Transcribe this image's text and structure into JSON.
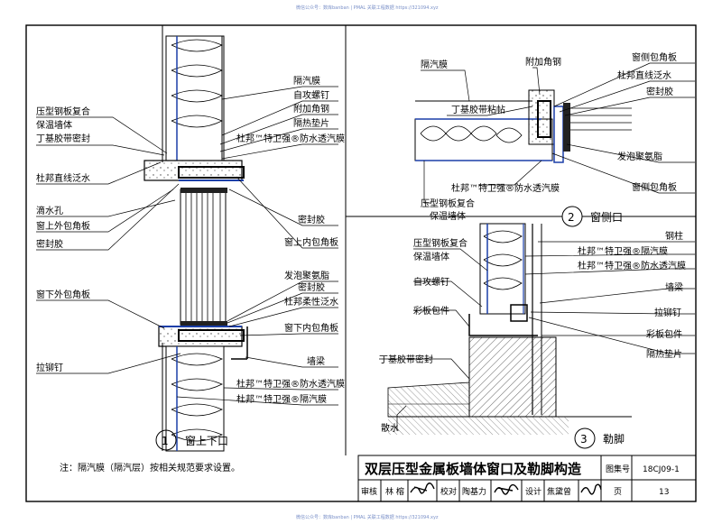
{
  "watermark_top": "微信公众号：数库banban | PMAL 关联工程数据 https://321094.xyz",
  "watermark_bottom": "微信公众号：数库banban | PMAL 关联工程数据 https://321094.xyz",
  "detail1": {
    "number": "1",
    "caption": "窗上下口",
    "left_labels": [
      "压型钢板复合",
      "保温墙体",
      "丁基胶带密封",
      "杜邦直线泛水",
      "滴水孔",
      "窗上外包角板",
      "密封胶",
      "窗下外包角板",
      "拉铆钉"
    ],
    "right_labels": [
      "隔汽膜",
      "自攻螺钉",
      "附加角钢",
      "隔热垫片",
      "杜邦™特卫强®防水透汽膜",
      "密封胶",
      "窗上内包角板",
      "发泡聚氨脂",
      "密封胶",
      "杜邦柔性泛水",
      "窗下内包角板",
      "墙梁",
      "杜邦™特卫强®防水透汽膜",
      "杜邦™特卫强®隔汽膜"
    ]
  },
  "detail2": {
    "number": "2",
    "caption": "窗侧口",
    "labels": [
      "隔汽膜",
      "附加角钢",
      "窗侧包角板",
      "杜邦直线泛水",
      "密封胶",
      "丁基胶带粘帖",
      "发泡聚氨脂",
      "杜邦™特卫强®防水透汽膜",
      "窗侧包角板",
      "压型钢板复合",
      "保温墙体"
    ]
  },
  "detail3": {
    "number": "3",
    "caption": "勒脚",
    "left_labels": [
      "压型钢板复合",
      "保温墙体",
      "自攻螺钉",
      "彩板包件",
      "丁基胶带密封",
      "散水"
    ],
    "right_labels": [
      "钢柱",
      "杜邦™特卫强®隔汽膜",
      "杜邦™特卫强®防水透汽膜",
      "墙梁",
      "拉铆钉",
      "彩板包件",
      "隔热垫片"
    ]
  },
  "note": "注：隔汽膜（隔汽层）按相关规范要求设置。",
  "title_block": {
    "title": "双层压型金属板墙体窗口及勒脚构造",
    "atlas_label": "图集号",
    "atlas_no": "18CJ09-1",
    "review_label": "审核",
    "reviewer": "林 榕",
    "check_label": "校对",
    "checker": "陶基力",
    "design_label": "设计",
    "designer": "焦黛曾",
    "page_label": "页",
    "page_no": "13"
  }
}
